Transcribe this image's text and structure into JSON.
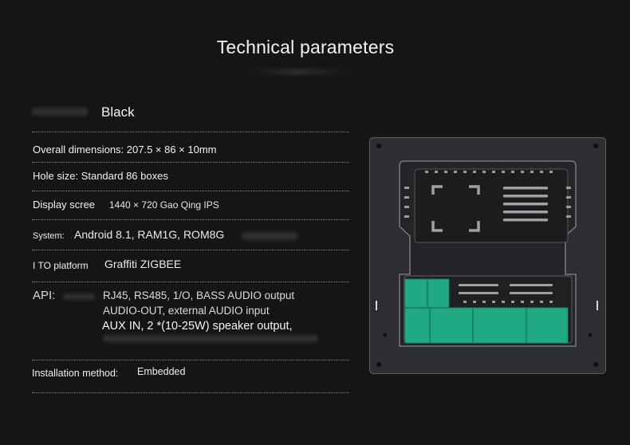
{
  "page": {
    "title": "Technical parameters"
  },
  "specs": {
    "color": {
      "value": "Black"
    },
    "dimensions": {
      "text": "Overall dimensions: 207.5 × 86 × 10mm"
    },
    "hole_size": {
      "text": "Hole size: Standard 86 boxes"
    },
    "display": {
      "label": "Display scree",
      "value": "1440 × 720 Gao Qing IPS"
    },
    "system": {
      "label": "System:",
      "value": "Android 8.1, RAM1G, ROM8G"
    },
    "ito": {
      "label": "I TO platform",
      "value": "Graffiti ZIGBEE"
    },
    "api": {
      "label": "API:",
      "line1": "RJ45, RS485, 1/O, BASS AUDIO output",
      "line2": "AUDIO-OUT, external AUDIO input",
      "line3": "AUX IN, 2 *(10-25W) speaker output,"
    },
    "installation": {
      "label": "Installation method:",
      "value": "Embedded"
    }
  },
  "colors": {
    "background": "#151515",
    "panel": "#2b2d30",
    "accent": "#1fa882"
  }
}
